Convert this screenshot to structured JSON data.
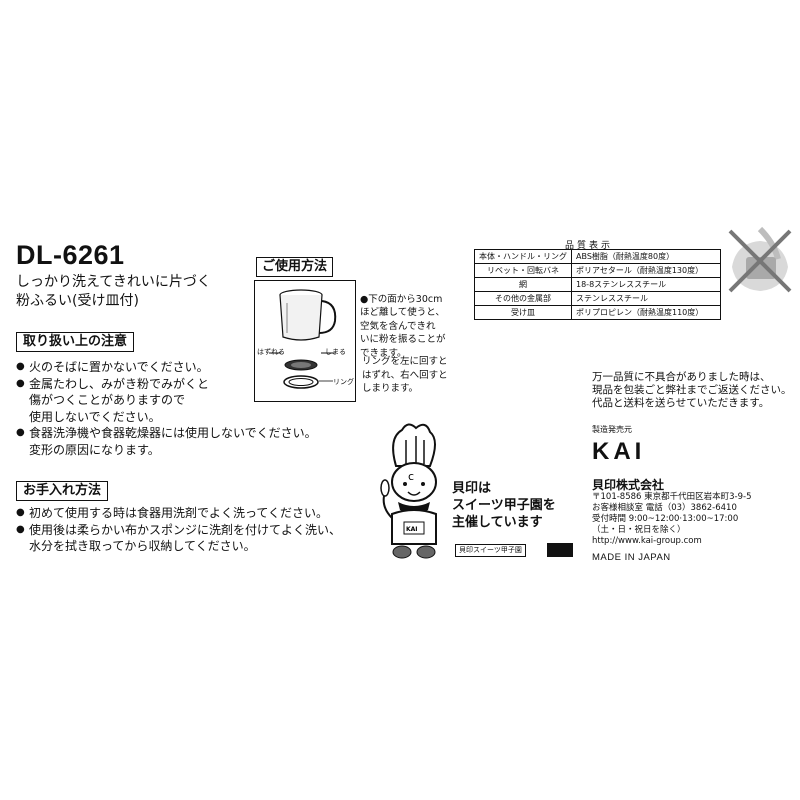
{
  "product": {
    "model": "DL-6261",
    "tagline": "しっかり洗えてきれいに片づく\n粉ふるい(受け皿付)"
  },
  "usage": {
    "title": "ご使用方法",
    "note_1": "下の面から30cm\nほど離して使うと、\n空気を含んできれ\nいに粉を振ることが\nできます。",
    "note_2": "リングを左に回すと\nはずれ、右へ回すと\nしまります。",
    "label_loosen": "はずれる",
    "label_tighten": "しまる",
    "label_ring": "リング"
  },
  "cautions": {
    "title": "取り扱い上の注意",
    "items": [
      "火のそばに置かないでください。",
      "金属たわし、みがき粉でみがくと\n傷がつくことがありますので\n使用しないでください。",
      "食器洗浄機や食器乾燥器には使用しないでください。\n変形の原因になります。"
    ]
  },
  "care": {
    "title": "お手入れ方法",
    "items": [
      "初めて使用する時は食器用洗剤でよく洗ってください。",
      "使用後は柔らかい布かスポンジに洗剤を付けてよく洗い、\n水分を拭き取ってから収納してください。"
    ]
  },
  "quality": {
    "title": "品質表示",
    "rows": [
      {
        "part": "本体・ハンドル・リング",
        "material": "ABS樹脂（耐熱温度80度）"
      },
      {
        "part": "リベット・回転バネ",
        "material": "ポリアセタール（耐熱温度130度）"
      },
      {
        "part": "網",
        "material": "18-8ステンレススチール"
      },
      {
        "part": "その他の金属部",
        "material": "ステンレススチール"
      },
      {
        "part": "受け皿",
        "material": "ポリプロピレン（耐熱温度110度）"
      }
    ]
  },
  "mascot": {
    "speech": "貝印は\nスイーツ甲子園を\n主催しています",
    "badge": "貝印スイーツ甲子園"
  },
  "company": {
    "defect_notice": "万一品質に不具合がありました時は、\n現品を包装ごと弊社までご返送ください。\n代品と送料を送らせていただきます。",
    "maker_label": "製造発売元",
    "logo": "KAI",
    "name": "貝印株式会社",
    "contact": "〒101-8586 東京都千代田区岩本町3-9-5\nお客様相談室 電話（03）3862-6410\n受付時間 9:00~12:00·13:00~17:00\n（土・日・祝日を除く）\nhttp://www.kai-group.com",
    "made_in": "MADE IN JAPAN"
  },
  "colors": {
    "ink": "#111111",
    "icon_gray": "#8a8a8a"
  }
}
